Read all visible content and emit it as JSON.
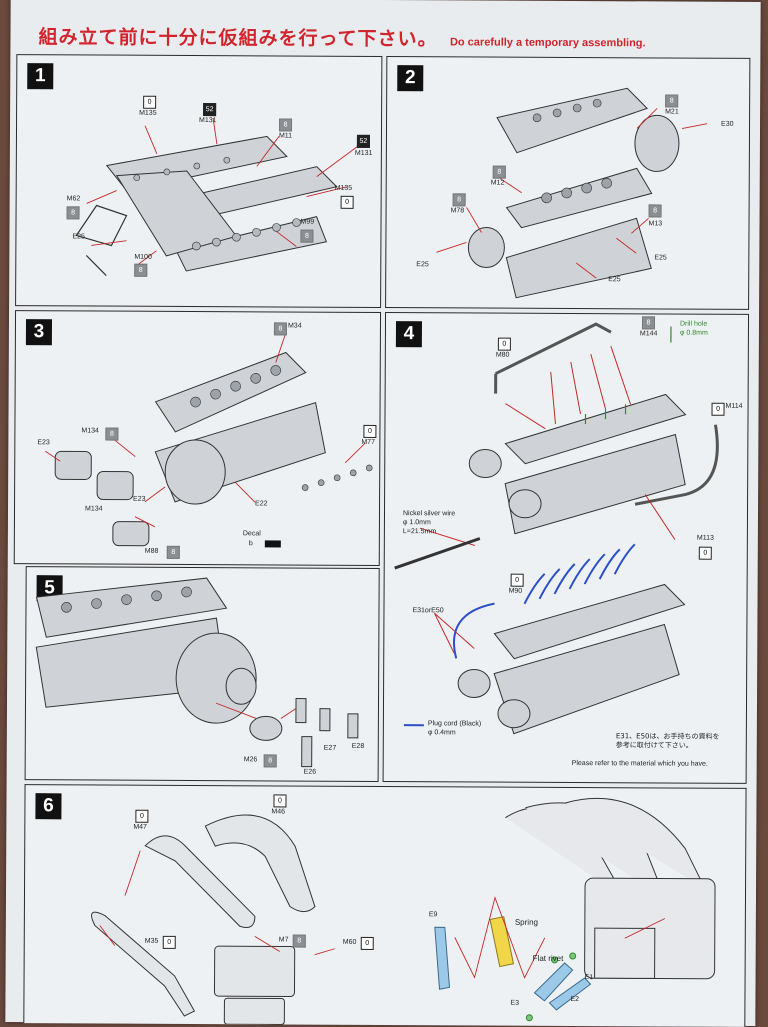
{
  "header": {
    "jp": "組み立て前に十分に仮組みを行って下さい。",
    "en": "Do carefully a temporary assembling."
  },
  "steps": {
    "s1": {
      "num": "1",
      "parts": {
        "m135": "M135",
        "m131a": "M131",
        "m11": "M11",
        "m131b": "M131",
        "m135b": "M135",
        "m62": "M62",
        "e25": "E25",
        "m100": "M100",
        "m99": "M99"
      },
      "badges": {
        "b1": "0",
        "b2": "52",
        "b3": "8",
        "b4": "52",
        "b5": "0",
        "b6": "8",
        "b7": "8",
        "b8": "8"
      }
    },
    "s2": {
      "num": "2",
      "parts": {
        "m21": "M21",
        "e30": "E30",
        "m12": "M12",
        "m78": "M78",
        "m13": "M13",
        "e25a": "E25",
        "e25b": "E25",
        "e25c": "E25"
      },
      "badges": {
        "b1": "8",
        "b2": "8",
        "b3": "8",
        "b4": "8"
      }
    },
    "s3": {
      "num": "3",
      "parts": {
        "m34": "M34",
        "m134a": "M134",
        "e23a": "E23",
        "m77": "M77",
        "e23b": "E23",
        "m134b": "M134",
        "e22": "E22",
        "decal": "Decal",
        "decal_b": "b",
        "m88": "M88"
      },
      "badges": {
        "b1": "8",
        "b2": "8",
        "b3": "0",
        "b4": "8"
      }
    },
    "s4": {
      "num": "4",
      "parts": {
        "m80": "M80",
        "m144": "M144",
        "drill": "Drill hole",
        "drill2": "φ 0.8mm",
        "m114": "M114",
        "wire1": "Nickel silver wire",
        "wire2": "φ 1.0mm",
        "wire3": "L=21.5mm",
        "m113": "M113"
      },
      "badges": {
        "b1": "0",
        "b2": "8",
        "b3": "0",
        "b4": "0"
      }
    },
    "s5": {
      "num": "5",
      "parts": {
        "e27": "E27",
        "e28": "E28",
        "m26": "M26",
        "e26": "E26"
      },
      "badges": {
        "b1": "8"
      }
    },
    "s5b": {
      "parts": {
        "m90": "M90",
        "e31": "E31orE50",
        "plug1": "Plug cord (Black)",
        "plug2": "φ 0.4mm",
        "jpnote1": "E31、E50は、お手持ちの資料を",
        "jpnote2": "参考に取付けて下さい。",
        "ennote": "Please refer to the material which you have."
      },
      "badges": {
        "b1": "0"
      }
    },
    "s6": {
      "num": "6",
      "parts": {
        "m47": "M47",
        "m46": "M46",
        "m35": "M35",
        "m7": "M7",
        "m60": "M60",
        "e9": "E9",
        "spring": "Spring",
        "flat": "Flat rivet",
        "e1": "E1",
        "e2": "E2",
        "e3": "E3"
      },
      "badges": {
        "b1": "0",
        "b2": "0",
        "b3": "0",
        "b4": "8",
        "b5": "0"
      }
    }
  }
}
